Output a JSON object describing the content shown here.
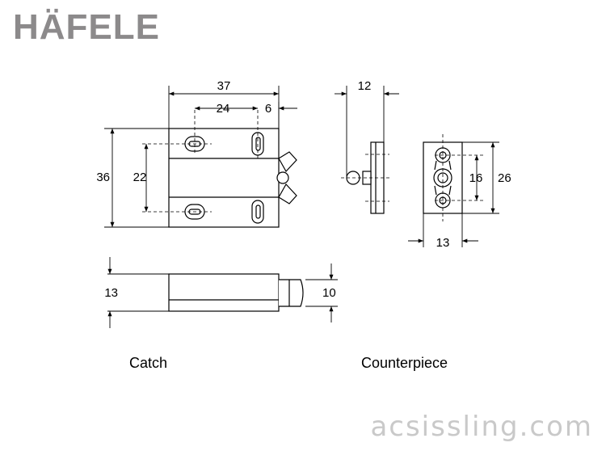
{
  "brand": {
    "logo_text": "HÄFELE",
    "logo_color": "#8c8a8b"
  },
  "dimensions": {
    "catch_width": "37",
    "slot_spacing": "24",
    "slot_offset": "6",
    "catch_height": "36",
    "slot_vertical": "22",
    "pin_length": "12",
    "hole_spacing": "16",
    "plate_height": "26",
    "plate_width": "13",
    "side_height": "13",
    "side_tip": "10"
  },
  "captions": {
    "catch": "Catch",
    "counterpiece": "Counterpiece"
  },
  "watermark": "acsissling.com"
}
